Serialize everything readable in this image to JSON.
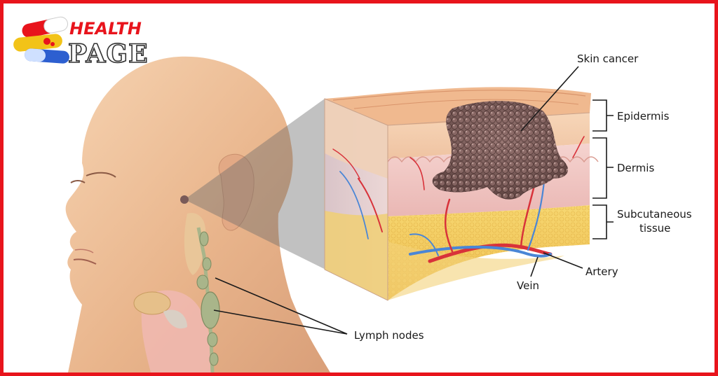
{
  "logo": {
    "line1": "HEALTH",
    "line2": "PAGE"
  },
  "labels": {
    "skin_cancer": "Skin cancer",
    "epidermis": "Epidermis",
    "dermis": "Dermis",
    "subcutaneous_line1": "Subcutaneous",
    "subcutaneous_line2": "tissue",
    "artery": "Artery",
    "vein": "Vein",
    "lymph_nodes": "Lymph nodes"
  },
  "colors": {
    "frame": "#e8141c",
    "logo_red": "#e8141c",
    "skin": "#f0c29a",
    "epidermis": "#f2c8a4",
    "dermis": "#f1c6c4",
    "subcutaneous": "#f2cc5a",
    "tumor": "#7a5a58",
    "artery": "#d8323a",
    "vein": "#4a86d6",
    "lymph": "#a9b58a"
  }
}
